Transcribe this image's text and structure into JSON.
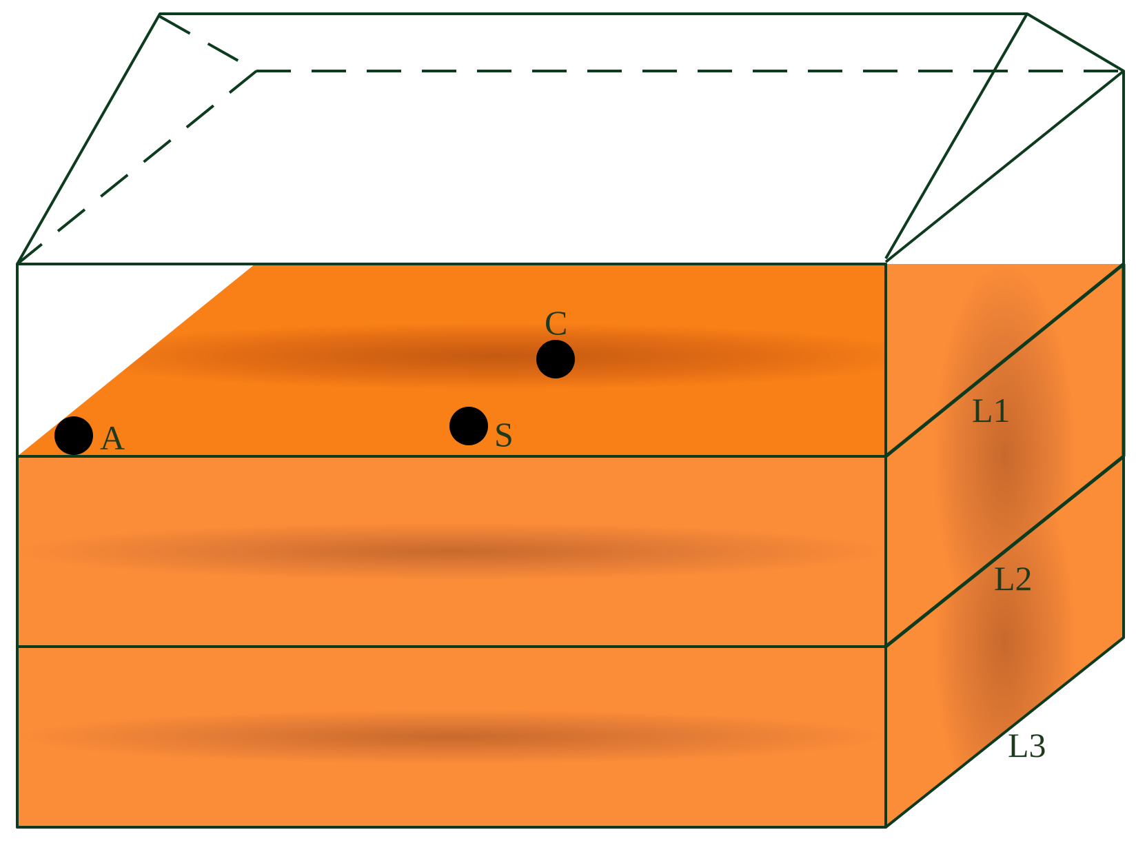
{
  "points": [
    {
      "id": "A",
      "label": "A"
    },
    {
      "id": "S",
      "label": "S"
    },
    {
      "id": "C",
      "label": "C"
    }
  ],
  "layers": [
    {
      "id": "L1",
      "label": "L1"
    },
    {
      "id": "L2",
      "label": "L2"
    },
    {
      "id": "L3",
      "label": "L3"
    }
  ],
  "colors": {
    "edge": "#0d3b1e",
    "layer_fill": "#fb8c38",
    "top_surface": "#f98017",
    "shade": "#c2611c",
    "point": "#000000",
    "label": "#1e3a1e"
  }
}
